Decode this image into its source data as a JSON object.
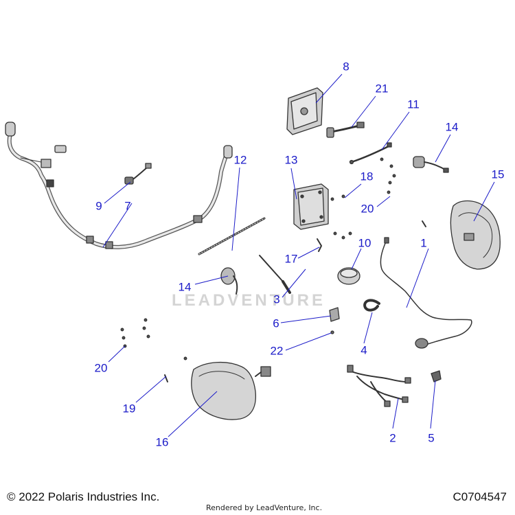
{
  "diagram": {
    "callouts": {
      "c1": "1",
      "c2": "2",
      "c3": "3",
      "c4": "4",
      "c5": "5",
      "c6": "6",
      "c7": "7",
      "c8": "8",
      "c9": "9",
      "c10": "10",
      "c11": "11",
      "c12": "12",
      "c13": "13",
      "c14a": "14",
      "c14b": "14",
      "c15": "15",
      "c16": "16",
      "c17": "17",
      "c18": "18",
      "c19": "19",
      "c20a": "20",
      "c20b": "20",
      "c21": "21",
      "c22": "22"
    },
    "leader_color": "#1a1ac8",
    "part_stroke": "#333333",
    "part_fill": "#d9d9d9"
  },
  "footer": {
    "copyright": "© 2022 Polaris Industries Inc.",
    "rendered_by": "Rendered by LeadVenture, Inc.",
    "diagram_code": "C0704547"
  },
  "watermark": {
    "text": "LEADVENTURE"
  }
}
